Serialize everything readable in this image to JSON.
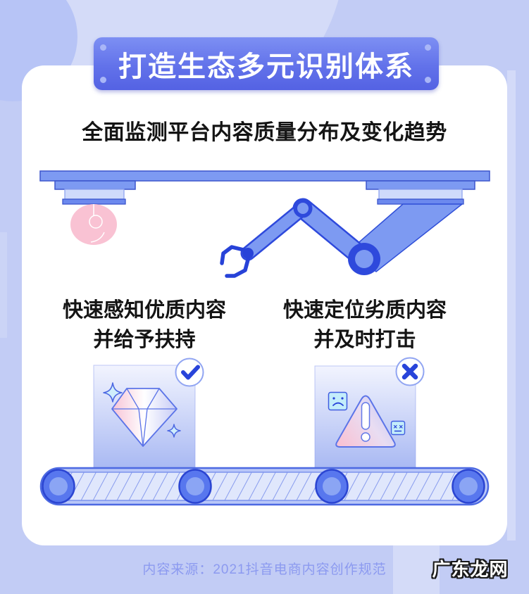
{
  "poster": {
    "banner_title": "打造生态多元识别体系",
    "subtitle": "全面监测平台内容质量分布及变化趋势",
    "columns": [
      {
        "heading_line1": "快速感知优质内容",
        "heading_line2": "并给予扶持",
        "badge": "check"
      },
      {
        "heading_line1": "快速定位劣质内容",
        "heading_line2": "并及时打击",
        "badge": "x"
      }
    ],
    "footer_source": "内容来源：2021抖音电商内容创作规范",
    "watermark": "广东龙网"
  },
  "icons": {
    "check_badge": "✓",
    "x_badge": "✕",
    "light_bulb": "lamp",
    "robotic_arm": "claw-arm",
    "diamond": "gem",
    "sparkle": "✦",
    "warning_triangle": "⚠",
    "sad_face": "☹",
    "dead_face": "x_x",
    "conveyor": "belt"
  },
  "colors": {
    "background": "#c2ccf5",
    "banner_top": "#7d8ff3",
    "banner_bottom": "#5462e3",
    "machine_blue": "#7d9af2",
    "machine_dark_blue": "#2e49dc",
    "bulb_pink": "#f9c2d3",
    "card_top": "#f2f4fe",
    "card_bottom": "#a9b9f3",
    "chip_cyan": "#c3edfb",
    "gem_pink": "#f7c3d6",
    "gem_lavender": "#c6cbf6",
    "belt_fill": "#e0e7fc",
    "heading_text": "#141414",
    "footer_text": "#8c9af0"
  }
}
